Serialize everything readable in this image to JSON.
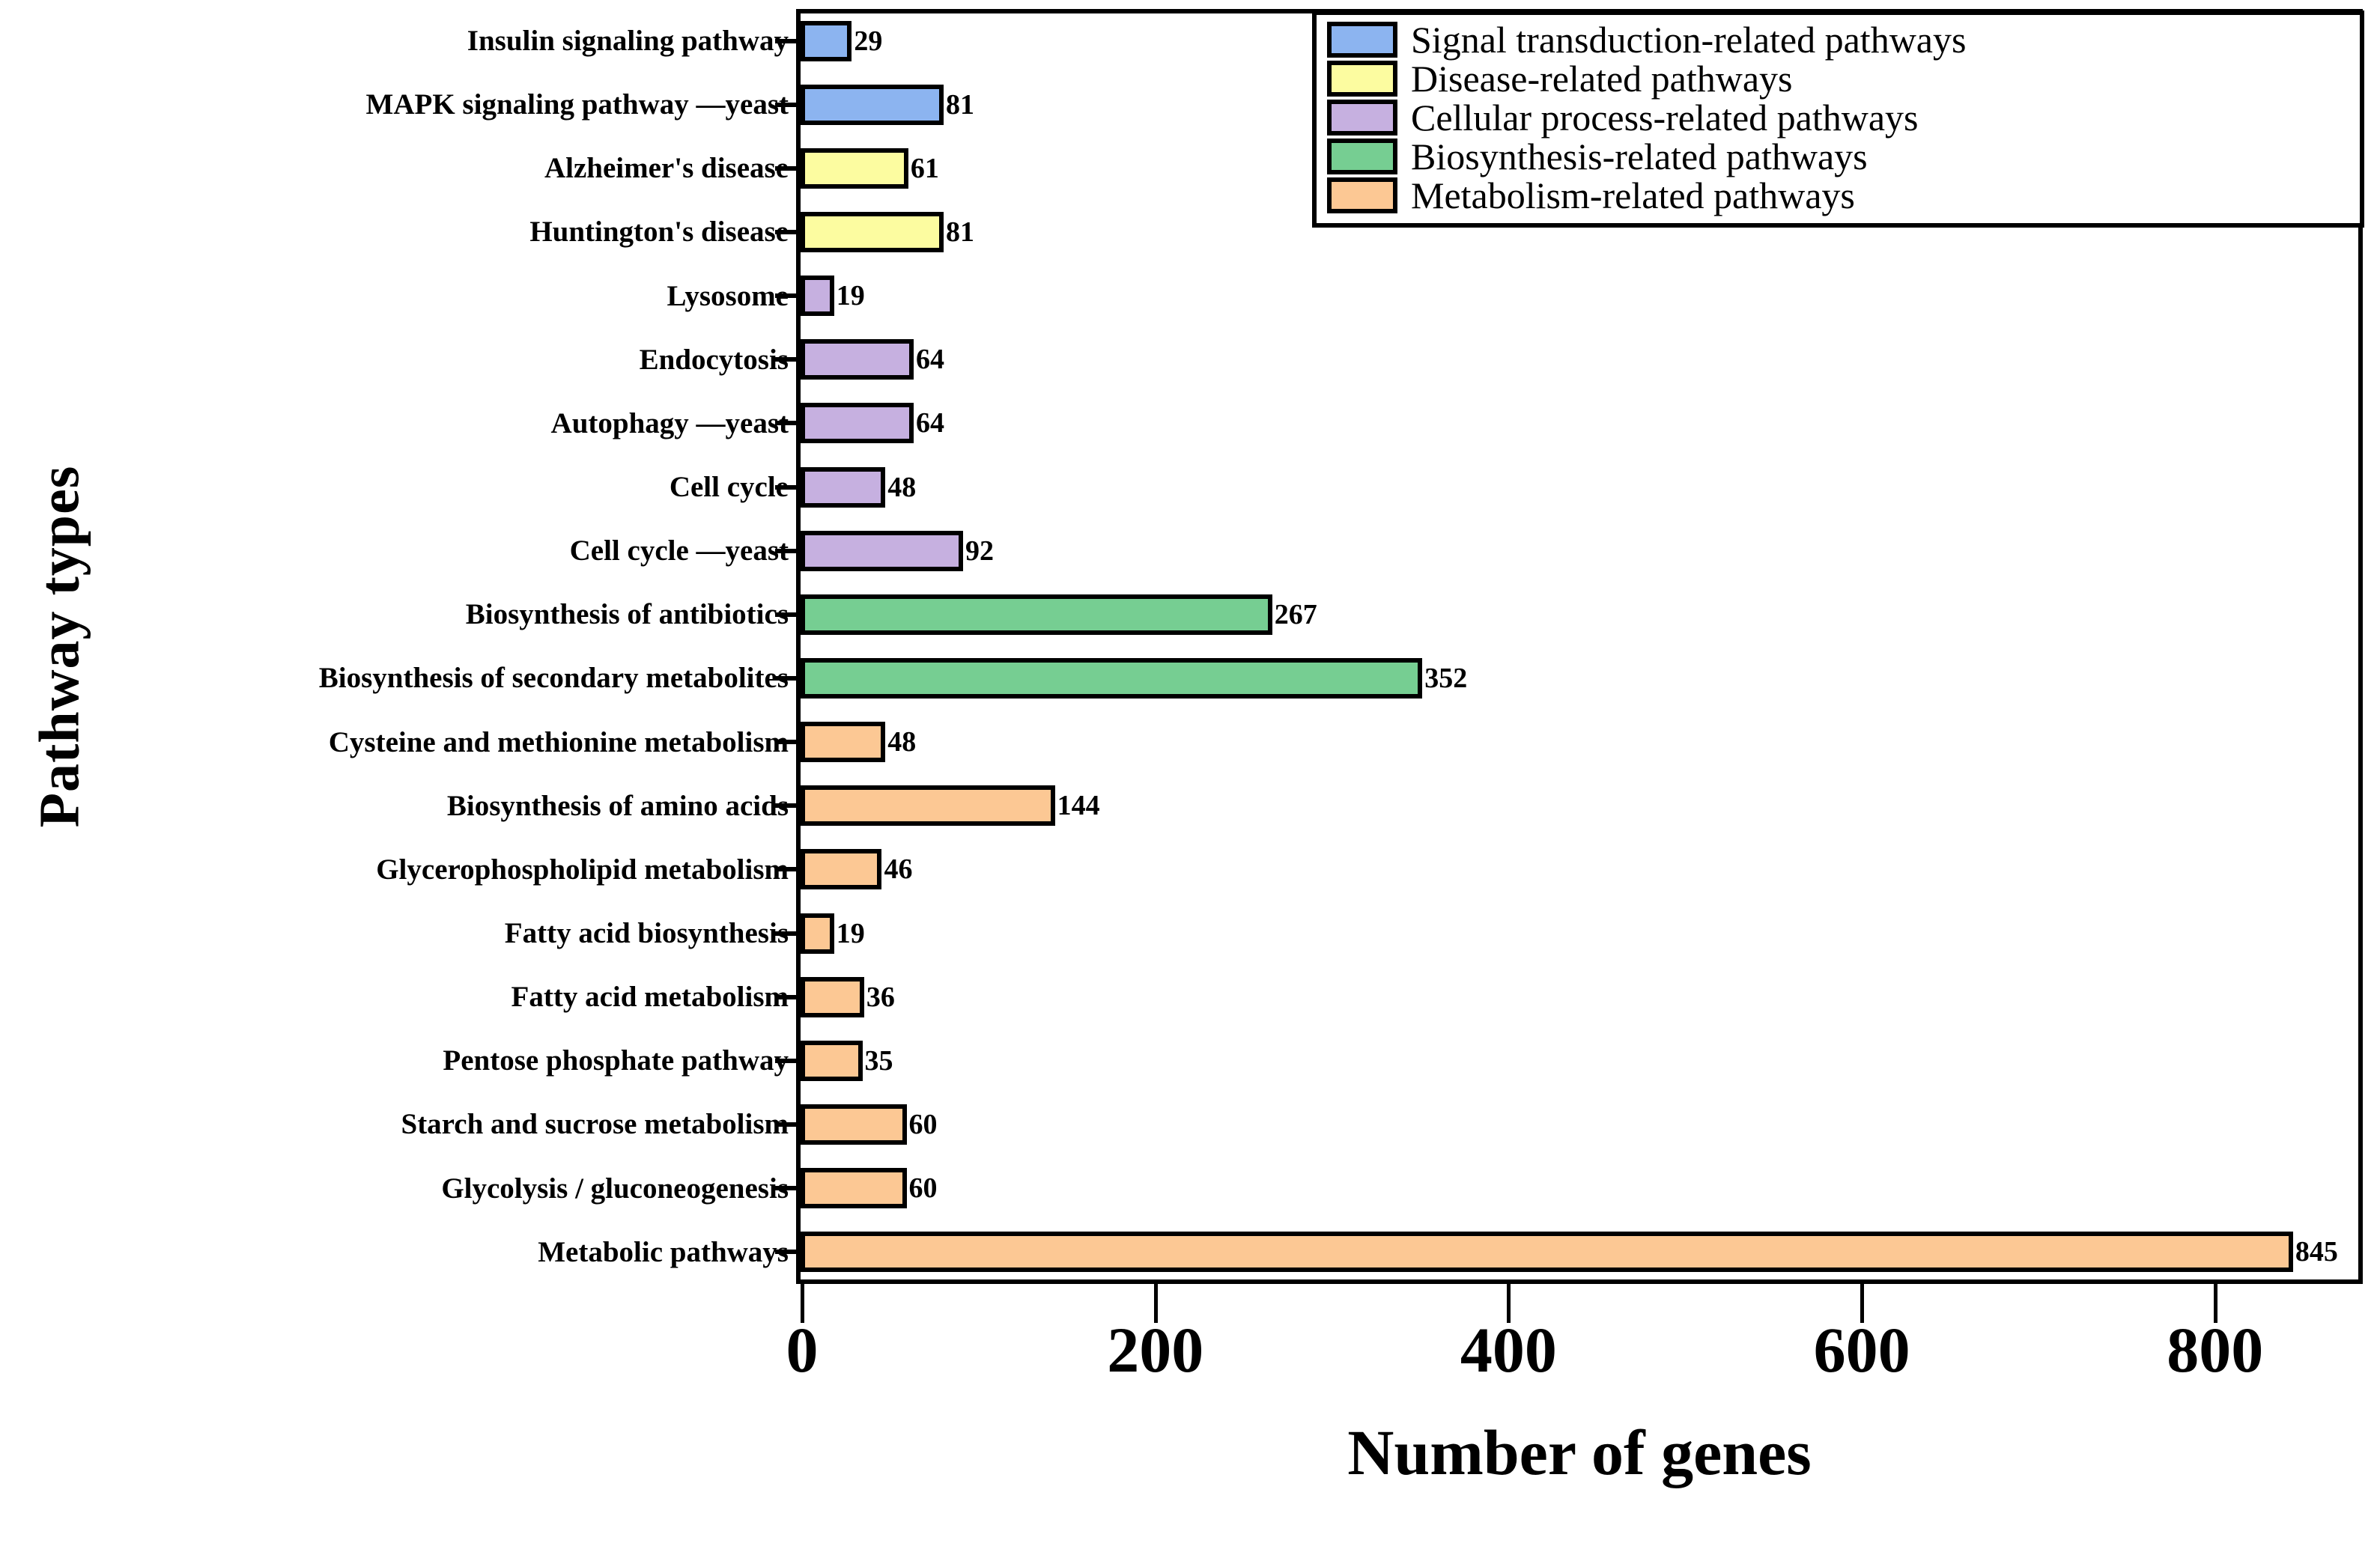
{
  "chart_data": {
    "type": "bar",
    "orientation": "horizontal",
    "title": "",
    "xlabel": "Number of genes",
    "ylabel": "Pathway types",
    "xlim": [
      0,
      890
    ],
    "xticks": [
      0,
      200,
      400,
      600,
      800
    ],
    "xtick_labels": [
      "0",
      "200",
      "400",
      "600",
      "800"
    ],
    "grid": false,
    "legend_position": "top-right",
    "categories": [
      "Insulin signaling pathway",
      "MAPK signaling pathway —yeast",
      "Alzheimer's disease",
      "Huntington's disease",
      "Lysosome",
      "Endocytosis",
      "Autophagy —yeast",
      "Cell cycle",
      "Cell cycle —yeast",
      "Biosynthesis of antibiotics",
      "Biosynthesis of secondary metabolites",
      "Cysteine and methionine metabolism",
      "Biosynthesis of amino acids",
      "Glycerophospholipid metabolism",
      "Fatty acid biosynthesis",
      "Fatty acid metabolism",
      "Pentose phosphate pathway",
      "Starch and sucrose metabolism",
      "Glycolysis / gluconeogenesis",
      "Metabolic pathways"
    ],
    "values": [
      29,
      81,
      61,
      81,
      19,
      64,
      64,
      48,
      92,
      267,
      352,
      48,
      144,
      46,
      19,
      36,
      35,
      60,
      60,
      845
    ],
    "value_labels": [
      "29",
      "81",
      "61",
      "81",
      "19",
      "64",
      "64",
      "48",
      "92",
      "267",
      "352",
      "48",
      "144",
      "46",
      "19",
      "36",
      "35",
      "60",
      "60",
      "845"
    ],
    "groups": [
      "signal",
      "signal",
      "disease",
      "disease",
      "cellular",
      "cellular",
      "cellular",
      "cellular",
      "cellular",
      "biosynthesis",
      "biosynthesis",
      "metabolism",
      "metabolism",
      "metabolism",
      "metabolism",
      "metabolism",
      "metabolism",
      "metabolism",
      "metabolism",
      "metabolism"
    ],
    "colors": {
      "signal": "#8CB4F0",
      "disease": "#FCFCA0",
      "cellular": "#C6B0E0",
      "biosynthesis": "#76CE92",
      "metabolism": "#FCC894",
      "outline": "#000000"
    },
    "legend": [
      {
        "key": "signal",
        "label": "Signal transduction-related pathways",
        "color": "#8CB4F0"
      },
      {
        "key": "disease",
        "label": "Disease-related pathways",
        "color": "#FCFCA0"
      },
      {
        "key": "cellular",
        "label": "Cellular process-related pathways",
        "color": "#C6B0E0"
      },
      {
        "key": "biosynthesis",
        "label": "Biosynthesis-related pathways",
        "color": "#76CE92"
      },
      {
        "key": "metabolism",
        "label": "Metabolism-related pathways",
        "color": "#FCC894"
      }
    ]
  }
}
